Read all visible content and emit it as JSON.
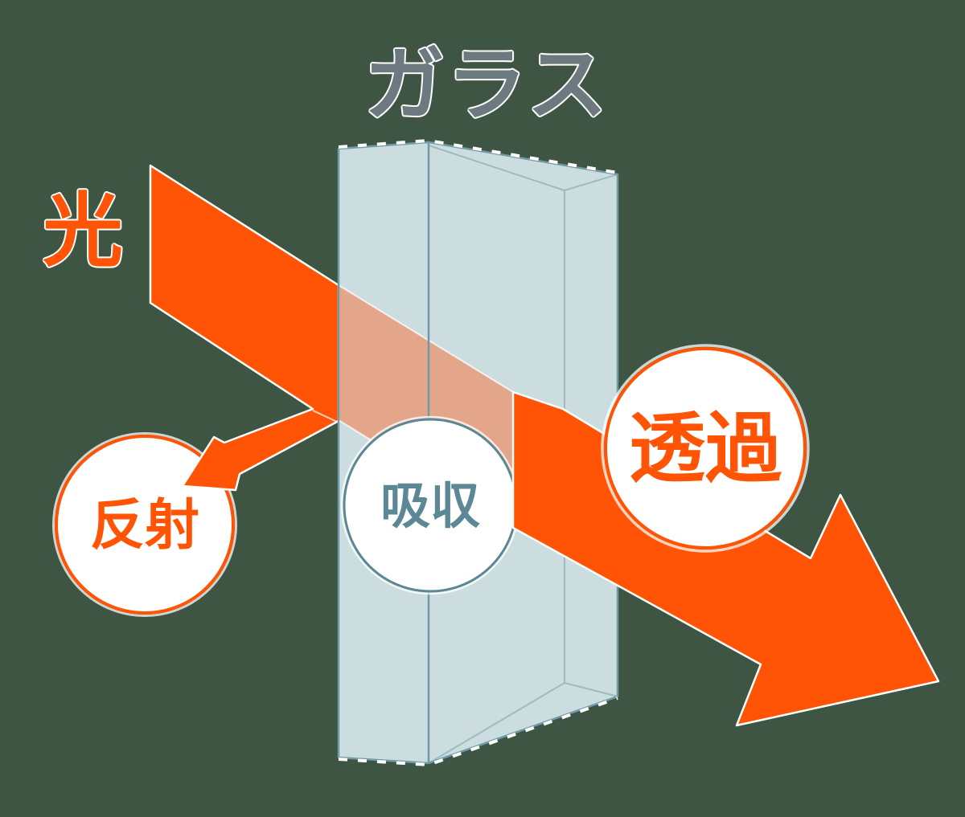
{
  "title": {
    "text": "ガラス"
  },
  "light_beam_label": {
    "text": "光"
  },
  "badges": {
    "reflection": {
      "label": "反射"
    },
    "absorption": {
      "label": "吸収"
    },
    "transmission": {
      "label": "透過"
    }
  },
  "colors": {
    "background": "#3F5543",
    "beam_orange": "#FF5405",
    "beam_through_glass": "#E3A68A",
    "glass_fill": "#CCDDE0",
    "glass_fill_top": "#C3D5D9",
    "glass_edge": "#6F99A4",
    "glass_edge_faint": "rgba(111,153,164,0.5)",
    "highlight_white": "#FFFFFF",
    "title_gray": "#6C7A80",
    "absorption_teal": "#5B8894",
    "circle_fill": "#FFFFFF",
    "seam_white": "rgba(255,255,255,0.75)"
  }
}
